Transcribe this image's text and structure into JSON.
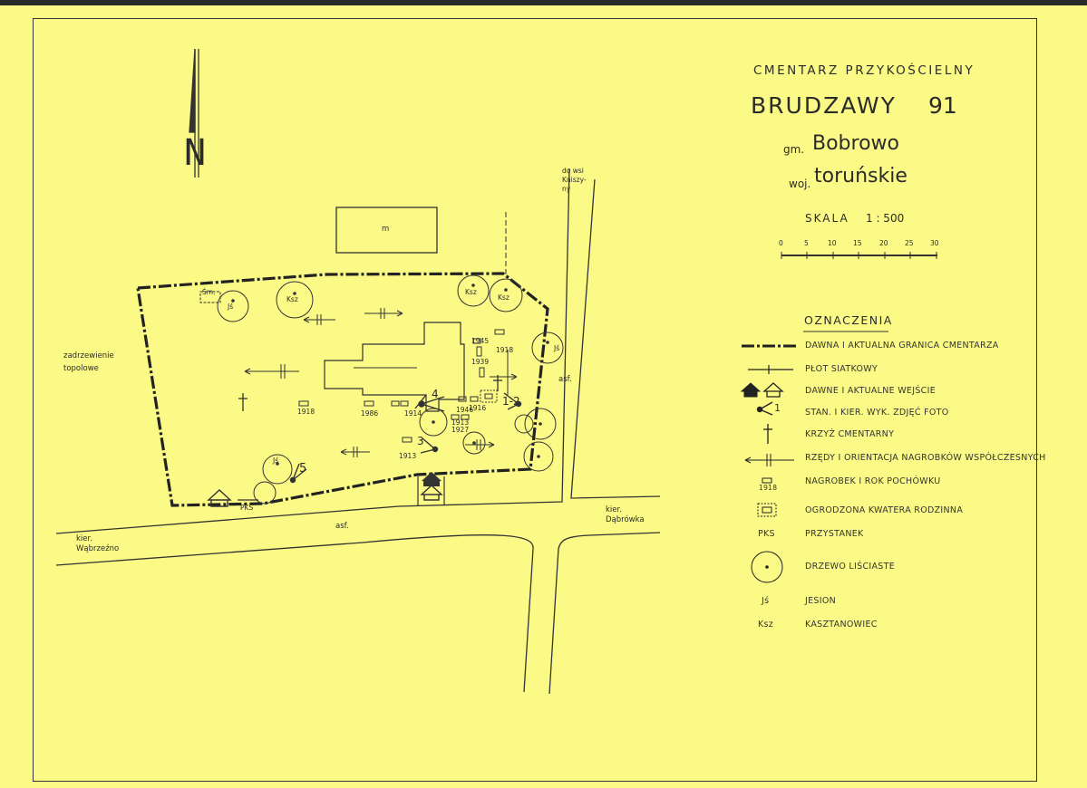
{
  "title": {
    "line1": "CMENTARZ PRZYKOŚCIELNY",
    "name": "BRUDZAWY",
    "number": "91",
    "gm_prefix": "gm.",
    "gmina": "Bobrowo",
    "woj_prefix": "woj.",
    "wojewodztwo": "toruńskie"
  },
  "scale": {
    "label": "SKALA",
    "ratio": "1 : 500",
    "ticks": [
      "0",
      "5",
      "10",
      "15",
      "20",
      "25",
      "30"
    ]
  },
  "north": {
    "label": "N"
  },
  "legend": {
    "heading": "OZNACZENIA",
    "items": [
      {
        "symbol_text": "",
        "label": "DAWNA I AKTUALNA GRANICA CMENTARZA"
      },
      {
        "symbol_text": "",
        "label": "PŁOT SIATKOWY"
      },
      {
        "symbol_text": "",
        "label": "DAWNE I AKTUALNE WEJŚCIE"
      },
      {
        "symbol_text": "1",
        "label": "STAN. I KIER. WYK. ZDJĘĆ FOTO"
      },
      {
        "symbol_text": "",
        "label": "KRZYŻ CMENTARNY"
      },
      {
        "symbol_text": "",
        "label": "RZĘDY I ORIENTACJA NAGROBKÓW WSPÓŁCZESNYCH"
      },
      {
        "symbol_text": "1918",
        "label": "NAGROBEK I ROK POCHÓWKU"
      },
      {
        "symbol_text": "",
        "label": "OGRODZONA KWATERA RODZINNA"
      },
      {
        "symbol_text": "PKS",
        "label": "PRZYSTANEK"
      },
      {
        "symbol_text": "",
        "label": "DRZEWO LIŚCIASTE"
      },
      {
        "symbol_text": "Jś",
        "label": "JESION"
      },
      {
        "symbol_text": "Ksz",
        "label": "KASZTANOWIEC"
      }
    ]
  },
  "map_labels": {
    "building": "m",
    "road_north": "do wsi\nKniszy-\nny",
    "poplars": "zadrzewienie\ntopolowe",
    "asf_bottom": "asf.",
    "asf_right": "asf.",
    "dir_wabrzezno": "kier.\nWąbrzeźno",
    "dir_dabrowka": "kier.\nDąbrówka",
    "sm": "Śm.",
    "pks": "PKS",
    "tree_js": "Jś",
    "tree_ksz": "Ksz",
    "years": {
      "y1918a": "1918",
      "y1986": "1986",
      "y1914": "1914",
      "y1913a": "1913",
      "y1945": "1945",
      "y1918b": "1918",
      "y1939": "1939",
      "y1916": "1916",
      "y1946": "1946",
      "y1913b": "1913",
      "y1927": "1927"
    },
    "photo": {
      "p12": "1-2",
      "p3": "3",
      "p4": "4",
      "p5": "5"
    }
  }
}
